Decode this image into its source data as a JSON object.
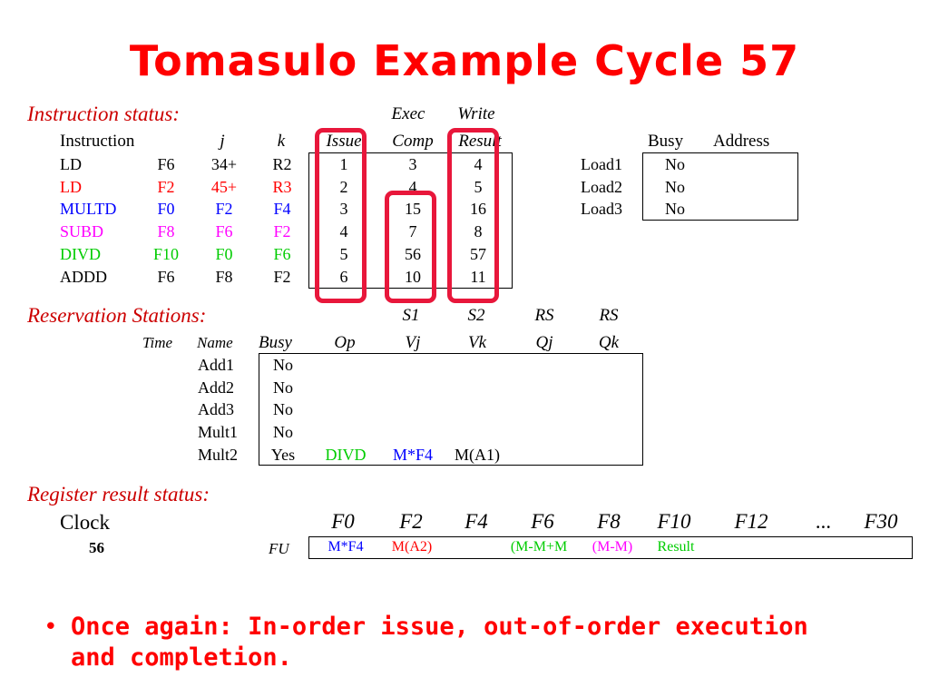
{
  "title": "Tomasulo Example Cycle 57",
  "colors": {
    "title": "#ff0000",
    "section": "#cc0000",
    "highlight": "#e8173b",
    "ld": "#000000",
    "ld2": "#ff0000",
    "multd": "#0000ff",
    "subd": "#ff00ff",
    "divd": "#00cc00",
    "addd": "#000000"
  },
  "instruction_status": {
    "label": "Instruction status:",
    "group_headers": {
      "exec": "Exec",
      "write": "Write"
    },
    "headers": {
      "instruction": "Instruction",
      "j": "j",
      "k": "k",
      "issue": "Issue",
      "comp": "Comp",
      "result": "Result"
    },
    "rows": [
      {
        "op": "LD",
        "dest": "F6",
        "j": "34+",
        "k": "R2",
        "issue": "1",
        "comp": "3",
        "result": "4",
        "color": "#000000"
      },
      {
        "op": "LD",
        "dest": "F2",
        "j": "45+",
        "k": "R3",
        "issue": "2",
        "comp": "4",
        "result": "5",
        "color": "#ff0000"
      },
      {
        "op": "MULTD",
        "dest": "F0",
        "j": "F2",
        "k": "F4",
        "issue": "3",
        "comp": "15",
        "result": "16",
        "color": "#0000ff"
      },
      {
        "op": "SUBD",
        "dest": "F8",
        "j": "F6",
        "k": "F2",
        "issue": "4",
        "comp": "7",
        "result": "8",
        "color": "#ff00ff"
      },
      {
        "op": "DIVD",
        "dest": "F10",
        "j": "F0",
        "k": "F6",
        "issue": "5",
        "comp": "56",
        "result": "57",
        "color": "#00cc00"
      },
      {
        "op": "ADDD",
        "dest": "F6",
        "j": "F8",
        "k": "F2",
        "issue": "6",
        "comp": "10",
        "result": "11",
        "color": "#000000"
      }
    ]
  },
  "load_buffers": {
    "headers": {
      "busy": "Busy",
      "address": "Address"
    },
    "rows": [
      {
        "name": "Load1",
        "busy": "No",
        "address": ""
      },
      {
        "name": "Load2",
        "busy": "No",
        "address": ""
      },
      {
        "name": "Load3",
        "busy": "No",
        "address": ""
      }
    ]
  },
  "reservation_stations": {
    "label": "Reservation Stations:",
    "group_headers": {
      "s1": "S1",
      "s2": "S2",
      "rs1": "RS",
      "rs2": "RS"
    },
    "headers": {
      "time": "Time",
      "name": "Name",
      "busy": "Busy",
      "op": "Op",
      "vj": "Vj",
      "vk": "Vk",
      "qj": "Qj",
      "qk": "Qk"
    },
    "rows": [
      {
        "time": "",
        "name": "Add1",
        "busy": "No",
        "op": "",
        "vj": "",
        "vk": "",
        "qj": "",
        "qk": ""
      },
      {
        "time": "",
        "name": "Add2",
        "busy": "No",
        "op": "",
        "vj": "",
        "vk": "",
        "qj": "",
        "qk": ""
      },
      {
        "time": "",
        "name": "Add3",
        "busy": "No",
        "op": "",
        "vj": "",
        "vk": "",
        "qj": "",
        "qk": ""
      },
      {
        "time": "",
        "name": "Mult1",
        "busy": "No",
        "op": "",
        "vj": "",
        "vk": "",
        "qj": "",
        "qk": ""
      },
      {
        "time": "",
        "name": "Mult2",
        "busy": "Yes",
        "op": "DIVD",
        "vj": "M*F4",
        "vk": "M(A1)",
        "qj": "",
        "qk": ""
      }
    ]
  },
  "register_result_status": {
    "label": "Register result status:",
    "clock_label": "Clock",
    "clock_value": "56",
    "fu_label": "FU",
    "registers": [
      "F0",
      "F2",
      "F4",
      "F6",
      "F8",
      "F10",
      "F12",
      "...",
      "F30"
    ],
    "fu_values": [
      {
        "text": "M*F4",
        "color": "#0000ff"
      },
      {
        "text": "M(A2)",
        "color": "#ff0000"
      },
      {
        "text": "",
        "color": "#000000"
      },
      {
        "text": "(M-M+M",
        "color": "#00cc00"
      },
      {
        "text": "(M-M)",
        "color": "#ff00ff"
      },
      {
        "text": "Result",
        "color": "#00cc00"
      }
    ]
  },
  "bullet": {
    "symbol": "•",
    "line1": "Once again: In-order issue, out-of-order execution",
    "line2": "and completion."
  }
}
